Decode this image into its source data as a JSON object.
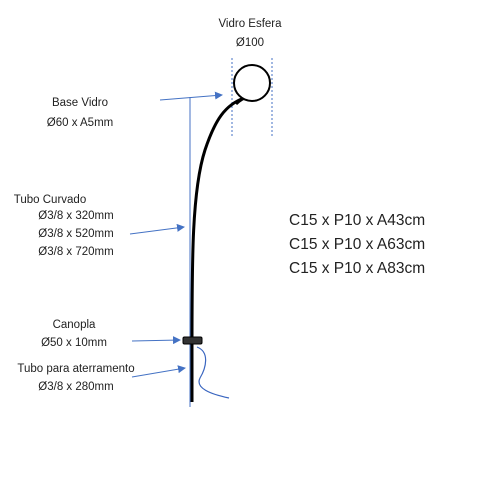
{
  "labels": {
    "vidro_esfera": {
      "title": "Vidro Esfera",
      "size": "Ø100"
    },
    "base_vidro": {
      "title": "Base Vidro",
      "size": "Ø60 x A5mm"
    },
    "tubo_curvado": {
      "title": "Tubo Curvado",
      "sizes": [
        "Ø3/8 x 320mm",
        "Ø3/8 x 520mm",
        "Ø3/8 x 720mm"
      ]
    },
    "canopla": {
      "title": "Canopla",
      "size": "Ø50 x 10mm"
    },
    "tubo_aterramento": {
      "title": "Tubo para aterramento",
      "size": "Ø3/8 x 280mm"
    }
  },
  "dimensions": [
    "C15 x P10 x A43cm",
    "C15 x P10 x A63cm",
    "C15 x P10 x A83cm"
  ],
  "colors": {
    "line": "#000000",
    "arrow": "#4472c4",
    "guide": "#4472c4",
    "text": "#222222",
    "cord": "#3a66c0"
  }
}
